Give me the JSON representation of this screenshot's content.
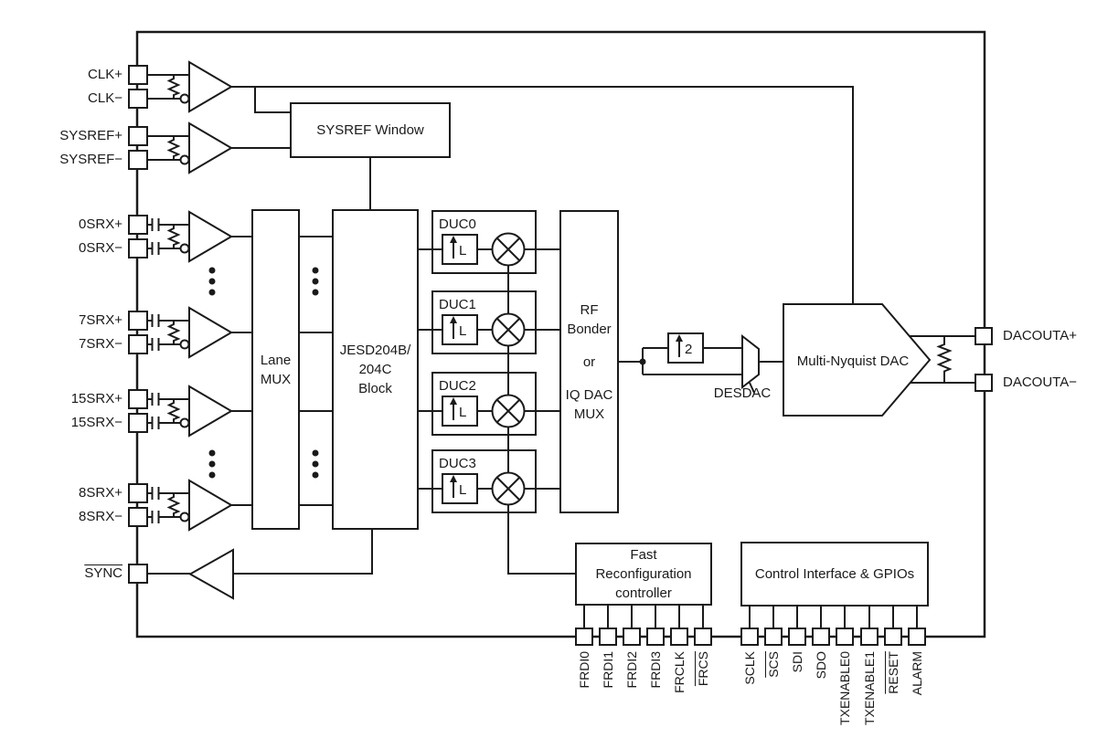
{
  "pins": {
    "left": [
      "CLK+",
      "CLK−",
      "SYSREF+",
      "SYSREF−",
      "0SRX+",
      "0SRX−",
      "7SRX+",
      "7SRX−",
      "15SRX+",
      "15SRX−",
      "8SRX+",
      "8SRX−"
    ],
    "sync": "SYNC",
    "dacout": [
      "DACOUTA+",
      "DACOUTA−"
    ],
    "fast_reconfig": [
      "FRDI0",
      "FRDI1",
      "FRDI2",
      "FRDI3",
      "FRCLK",
      "FRCS"
    ],
    "control": [
      "SCLK",
      "SCS",
      "SDI",
      "SDO",
      "TXENABLE0",
      "TXENABLE1",
      "RESET",
      "ALARM"
    ]
  },
  "blocks": {
    "sysref_window": "SYSREF Window",
    "lane_mux": [
      "Lane",
      "MUX"
    ],
    "jesd": [
      "JESD204B/",
      "204C",
      "Block"
    ],
    "ducs": [
      "DUC0",
      "DUC1",
      "DUC2",
      "DUC3"
    ],
    "rf_mux": [
      "RF Bonder",
      "or",
      "IQ DAC MUX"
    ],
    "fast_reconfig": [
      "Fast",
      "Reconfiguration",
      "controller"
    ],
    "control_if": "Control Interface & GPIOs",
    "dac": "Multi-Nyquist DAC",
    "desdac": "DESDAC",
    "interpolator_letter": "L",
    "interpolator_factor": "2"
  },
  "colors": {
    "line": "#1a1a1a",
    "background": "#ffffff"
  }
}
